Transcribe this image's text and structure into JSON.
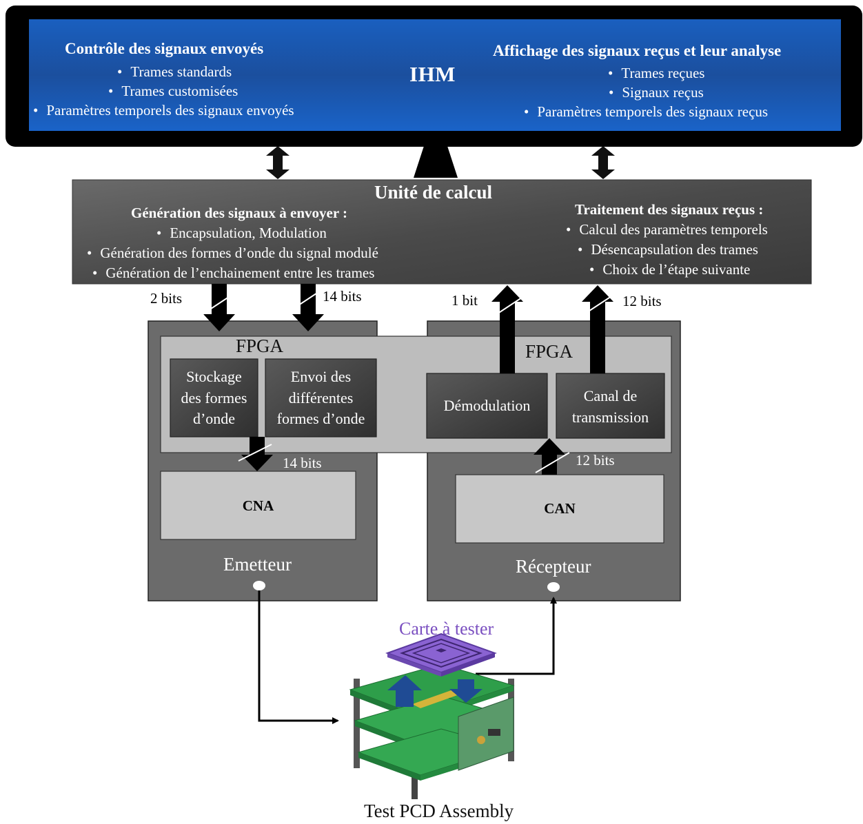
{
  "ihm": {
    "title": "IHM",
    "left_heading": "Contrôle des signaux envoyés",
    "left_items": [
      "Trames standards",
      "Trames customisées",
      "Paramètres temporels des signaux envoyés"
    ],
    "right_heading": "Affichage des signaux reçus et leur analyse",
    "right_items": [
      "Trames reçues",
      "Signaux reçus",
      "Paramètres temporels des signaux reçus"
    ]
  },
  "unite": {
    "title": "Unité de calcul",
    "left_heading": "Génération des signaux à envoyer :",
    "left_items": [
      "Encapsulation, Modulation",
      "Génération des formes d’onde du signal modulé",
      "Génération de l’enchainement entre les trames"
    ],
    "right_heading": "Traitement des signaux reçus :",
    "right_items": [
      "Calcul des paramètres temporels",
      "Désencapsulation des trames",
      "Choix de l’étape suivante"
    ]
  },
  "buses": {
    "b2": "2 bits",
    "b14_top": "14 bits",
    "b1": "1 bit",
    "b12_top": "12 bits",
    "b14_cna": "14 bits",
    "b12_can": "12 bits"
  },
  "emetteur": {
    "label": "Emetteur",
    "fpga": "FPGA",
    "stockage": [
      "Stockage",
      "des formes",
      "d’onde"
    ],
    "envoi": [
      "Envoi des",
      "différentes",
      "formes d’onde"
    ],
    "cna": "CNA"
  },
  "recepteur": {
    "label": "Récepteur",
    "fpga": "FPGA",
    "demodulation": "Démodulation",
    "canal": [
      "Canal de",
      "transmission"
    ],
    "can": "CAN"
  },
  "test": {
    "card_label": "Carte à tester",
    "assembly_label": "Test PCD Assembly"
  },
  "colors": {
    "ihm_blue": "#1f5fb5",
    "purple": "#7a4fc0",
    "dark_box": "#5a5a5a",
    "fpga_gray": "#bcbcbc"
  }
}
